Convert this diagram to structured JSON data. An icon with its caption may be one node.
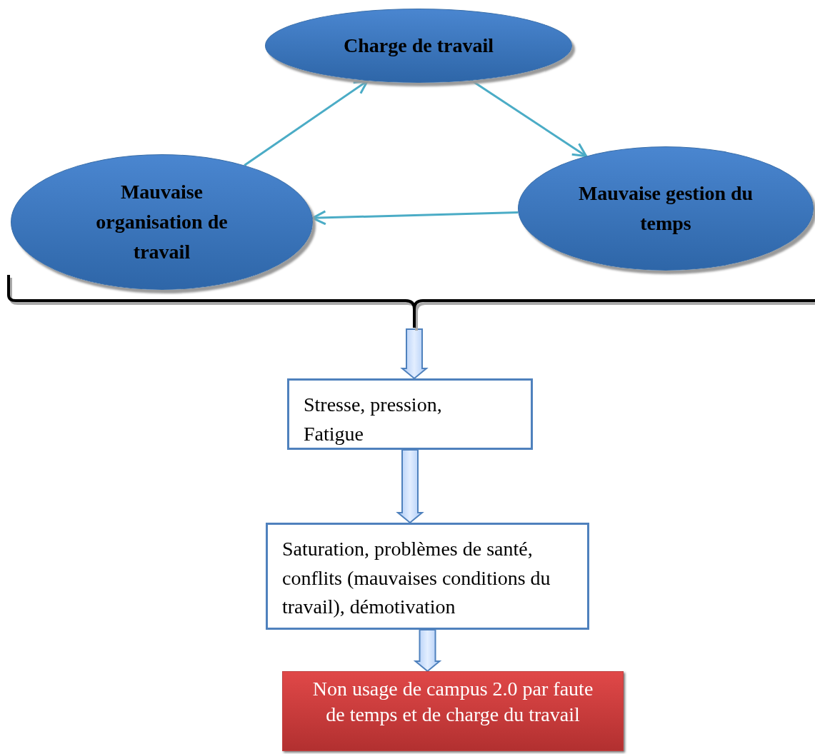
{
  "diagram": {
    "nodes": [
      {
        "text": [
          "Charge de travail"
        ]
      },
      {
        "text": [
          "Mauvaise gestion du temps"
        ]
      },
      {
        "text": [
          "Mauvaise organisation de travail"
        ]
      },
      {
        "text": [],
        "shape": "brace"
      },
      {
        "text": [
          "Stresse, pression, Fatigue"
        ]
      },
      {
        "text": [
          "Saturation, problèmes de santé, conflits (mauvaises conditions du travail), démotivation"
        ]
      },
      {
        "text": [
          "Non usage de campus 2.0 par faute de temps et de charge du travail"
        ]
      }
    ],
    "edges": [
      {
        "from": 0,
        "to": 1,
        "arrow": "to",
        "color": "#4bacc6"
      },
      {
        "from": 1,
        "to": 2,
        "arrow": "to",
        "color": "#4bacc6"
      },
      {
        "from": 2,
        "to": 0,
        "arrow": "to",
        "color": "#4bacc6"
      },
      {
        "from": 3,
        "to": 4,
        "arrow": "to",
        "style": "thick"
      },
      {
        "from": 4,
        "to": 5,
        "arrow": "to",
        "style": "thick"
      },
      {
        "from": 5,
        "to": 6,
        "arrow": "to",
        "style": "thick"
      }
    ]
  }
}
